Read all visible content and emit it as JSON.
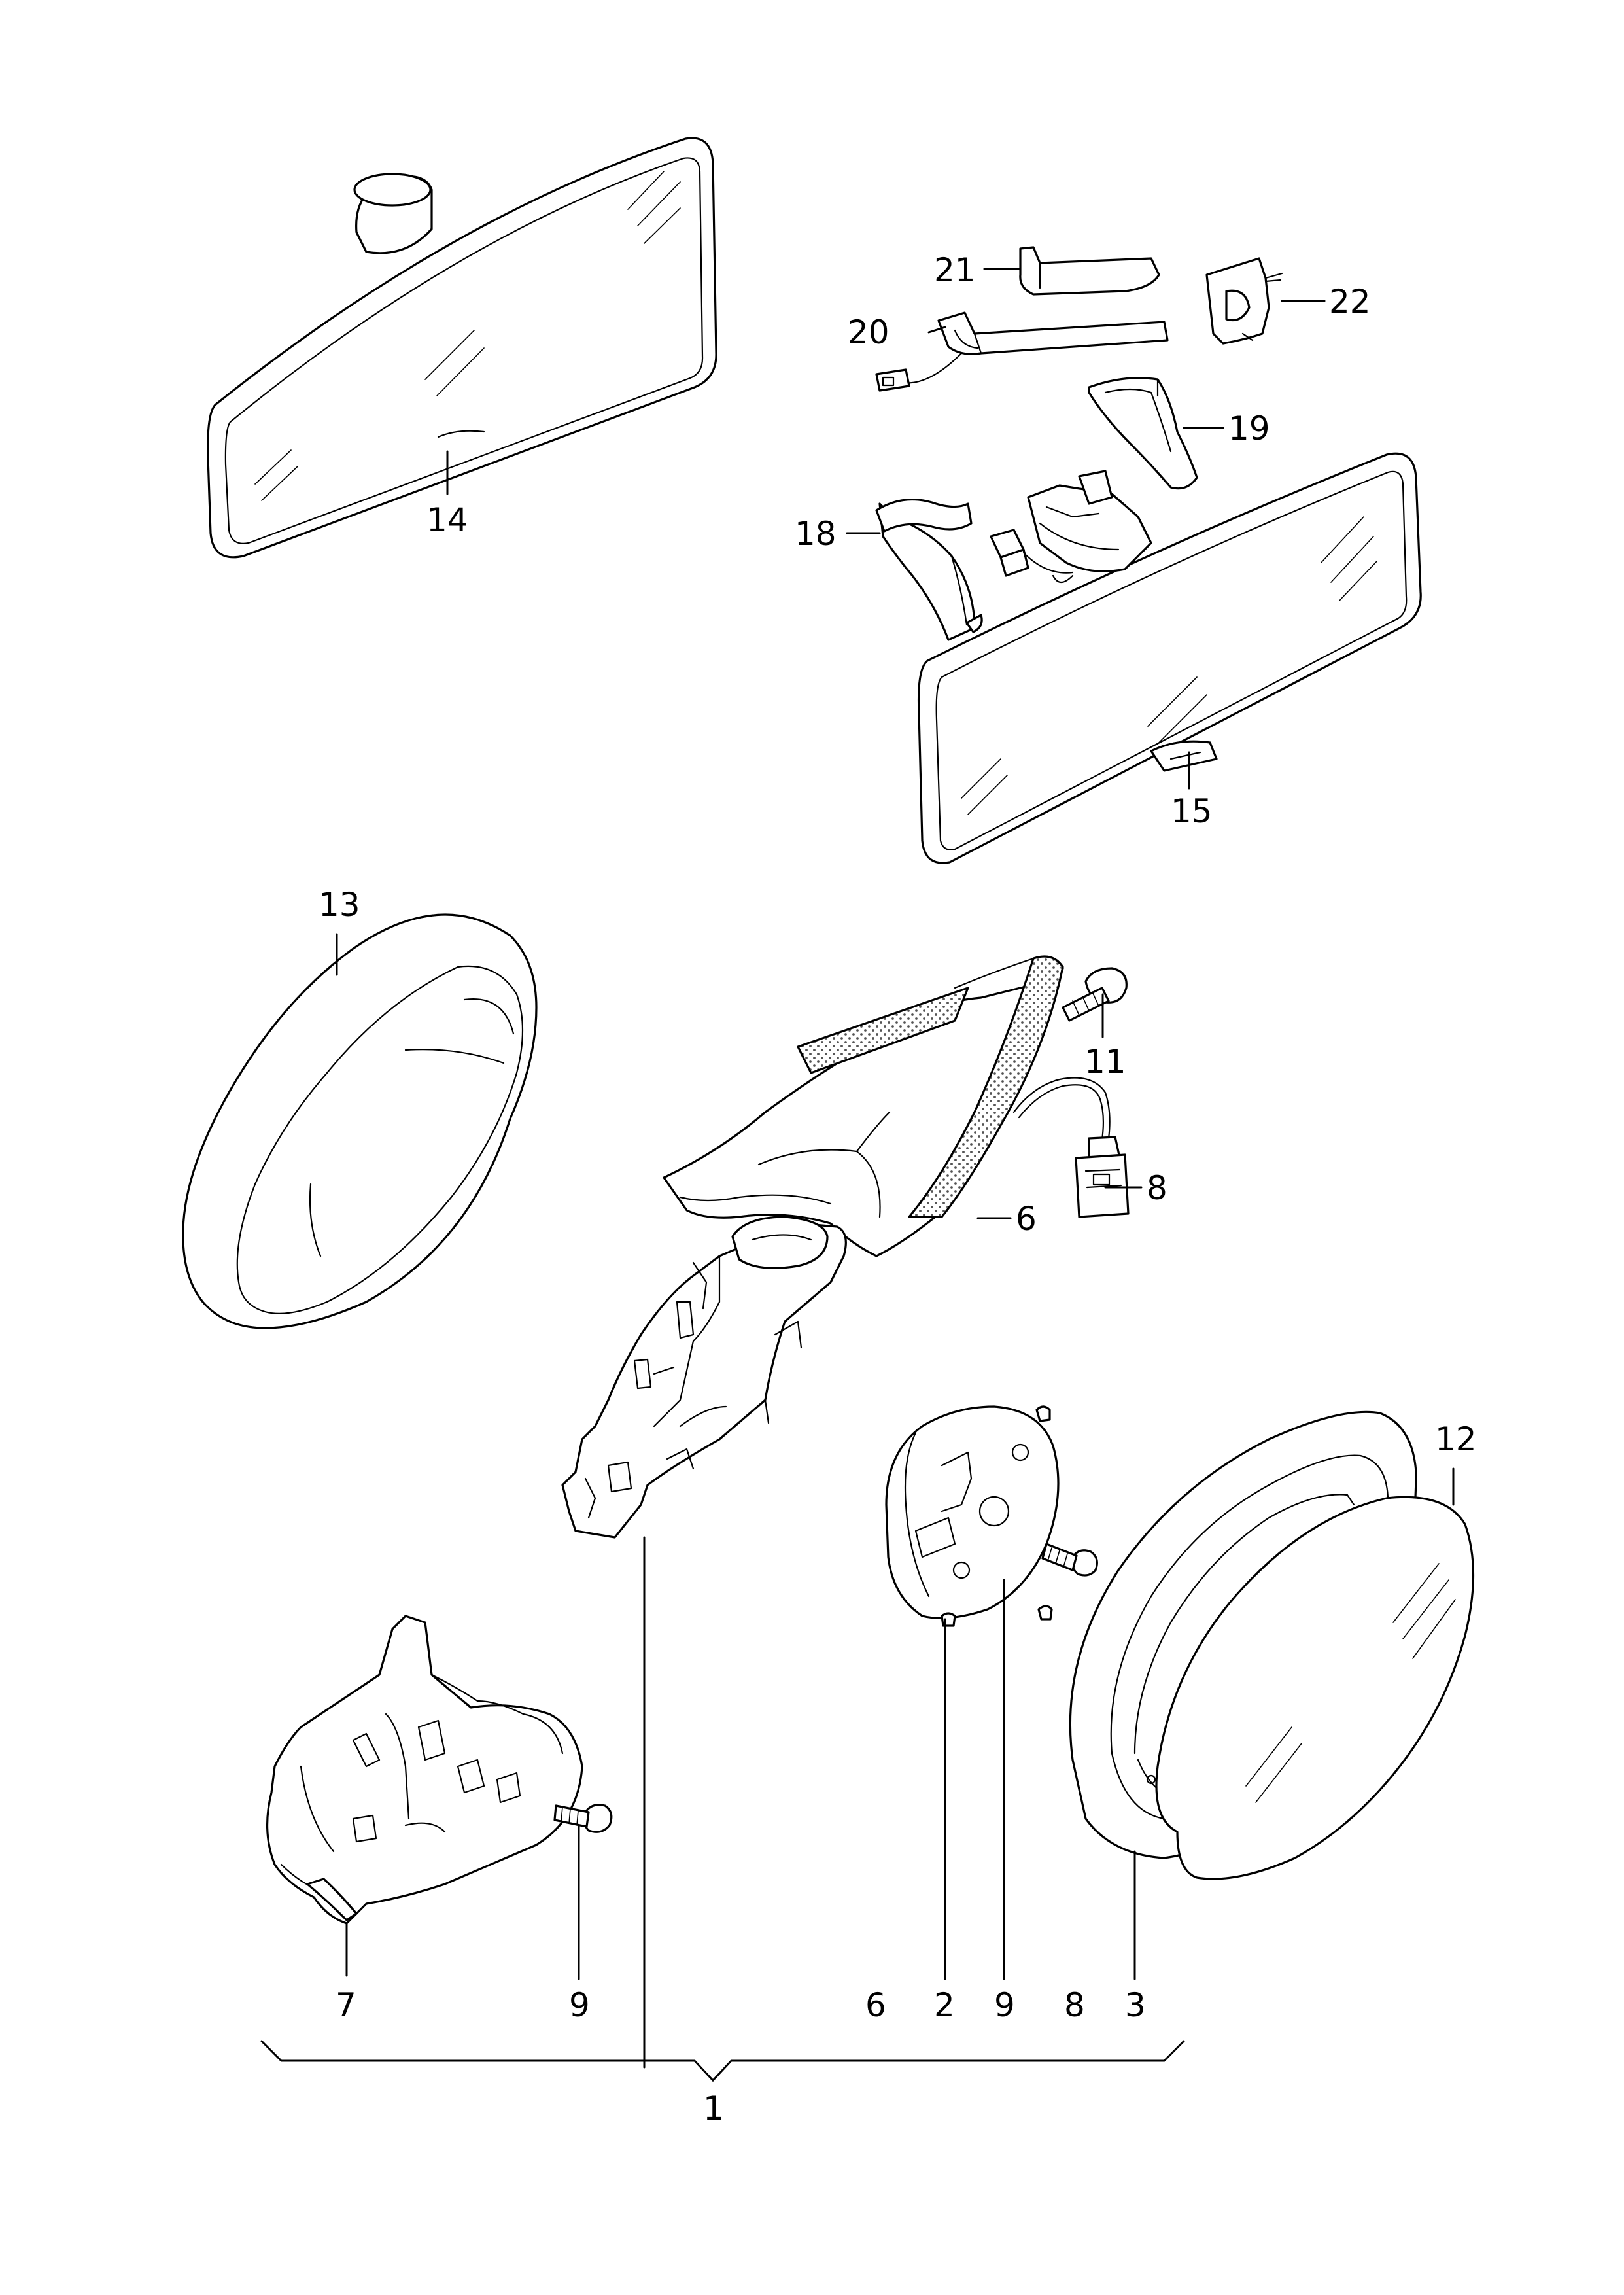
{
  "diagram": {
    "callouts": {
      "c1": "1",
      "c2": "2",
      "c3": "3",
      "c6": "6",
      "c6b": "6",
      "c7": "7",
      "c8": "8",
      "c8b": "8",
      "c9a": "9",
      "c9b": "9",
      "c11": "11",
      "c12": "12",
      "c13": "13",
      "c14": "14",
      "c15": "15",
      "c18": "18",
      "c19": "19",
      "c20": "20",
      "c21": "21",
      "c22": "22"
    },
    "colors": {
      "line": "#000000",
      "background": "#ffffff",
      "dot_fill": "#555555"
    }
  }
}
